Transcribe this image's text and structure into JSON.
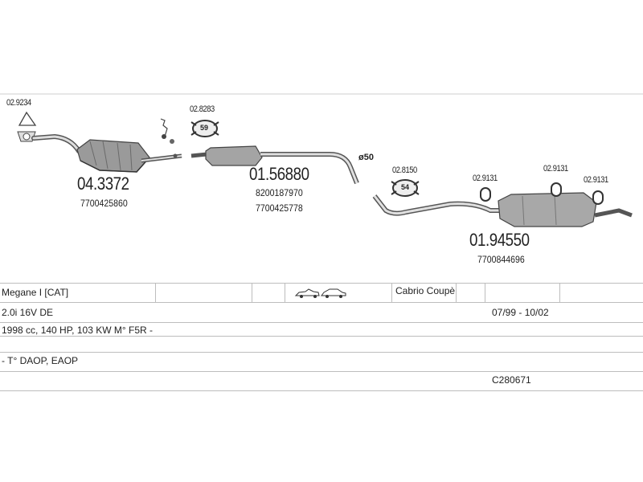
{
  "parts": {
    "p1": {
      "code": "02.9234"
    },
    "p2": {
      "code": "02.8283",
      "badge": "59"
    },
    "p3": {
      "code": "02.8150",
      "badge": "54"
    },
    "p4": {
      "code": "02.9131"
    },
    "p5": {
      "code": "02.9131"
    },
    "p6": {
      "code": "02.9131"
    },
    "cat": {
      "number": "04.3372",
      "ref": "7700425860"
    },
    "mid": {
      "number": "01.56880",
      "ref1": "8200187970",
      "ref2": "7700425778"
    },
    "rear": {
      "number": "01.94550",
      "ref": "7700844696"
    },
    "diameter": "ø50"
  },
  "spec": {
    "row1": {
      "model": "Megane I [CAT]",
      "body": "Cabrio Coupè"
    },
    "row2": {
      "engine": "2.0i 16V DE",
      "years": "07/99 - 10/02"
    },
    "row3": {
      "details": "1998 cc, 140 HP, 103 KW M° F5R -"
    },
    "row4": {
      "notes": "- T° DAOP, EAOP"
    },
    "row5": {
      "code": "C280671"
    }
  },
  "colors": {
    "line": "#bdbdbd",
    "part": "#555555"
  }
}
